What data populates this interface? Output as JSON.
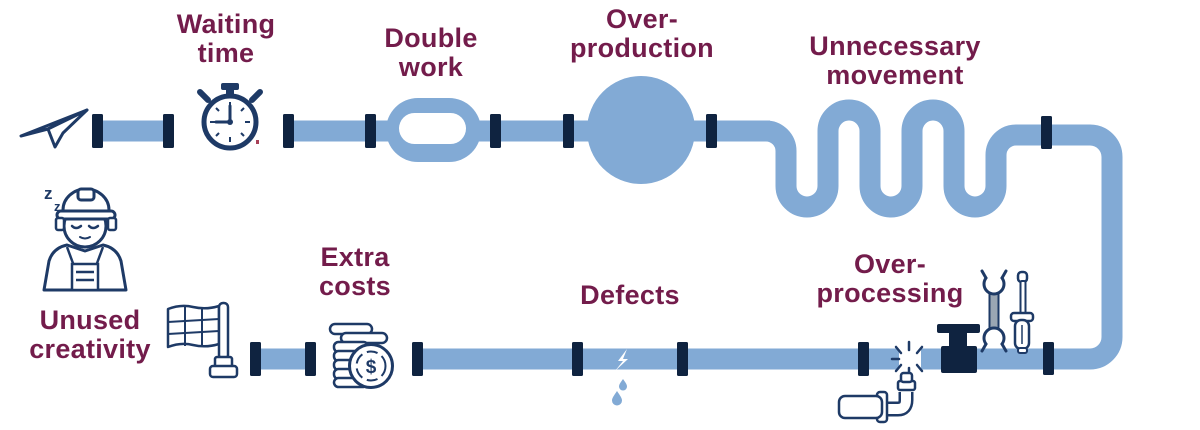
{
  "diagram": {
    "title": "Eight wastes pipeline diagram",
    "labels": {
      "waiting_time": {
        "line1": "Waiting",
        "line2": "time"
      },
      "double_work": {
        "line1": "Double",
        "line2": "work"
      },
      "overproduction": {
        "line1": "Over-",
        "line2": "production"
      },
      "unnecessary_movement": {
        "line1": "Unnecessary",
        "line2": "movement"
      },
      "unused_creativity": {
        "line1": "Unused",
        "line2": "creativity"
      },
      "extra_costs": {
        "line1": "Extra",
        "line2": "costs"
      },
      "defects": {
        "line1": "Defects"
      },
      "overprocessing": {
        "line1": "Over-",
        "line2": "processing"
      }
    },
    "icon_glyphs": {
      "sleep_z_large": "z",
      "sleep_z_small": "z",
      "dollar_sign": "$"
    },
    "icons": [
      "paper-plane-icon",
      "stopwatch-icon",
      "sleeping-worker-icon",
      "checkered-flag-icon",
      "coins-icon",
      "lightning-crack-icon",
      "water-drops-icon",
      "spark-leak-icon",
      "elbow-pipe-icon",
      "valve-icon",
      "wrench-icon",
      "screwdriver-icon"
    ],
    "colors": {
      "pipe": "#82aad5",
      "flange": "#0f2340",
      "outline": "#1e3a66",
      "label": "#731c4b",
      "tool_gray": "#9aa6b3",
      "background": "#ffffff"
    }
  }
}
